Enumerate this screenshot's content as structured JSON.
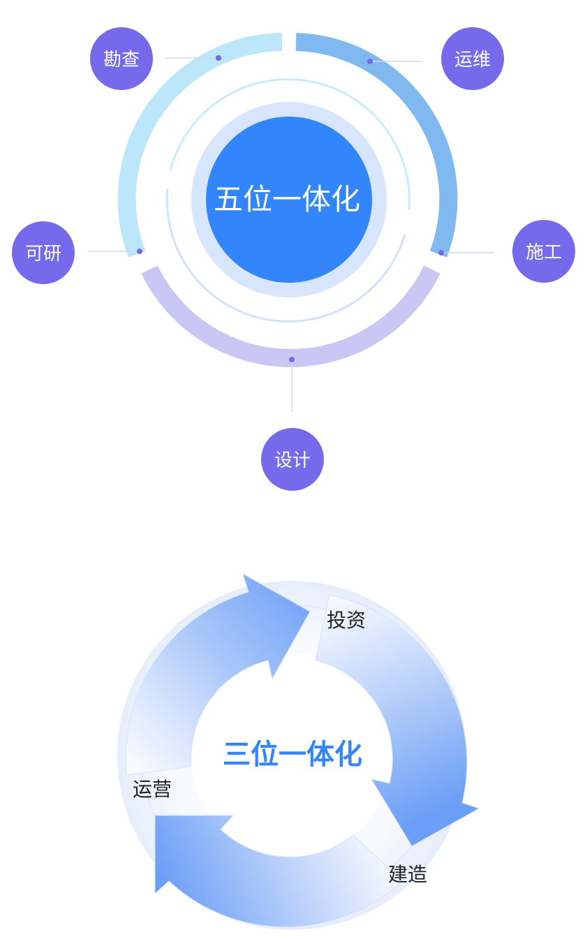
{
  "five_in_one": {
    "center_label": "五位一体化",
    "stages": [
      {
        "key": "kanca",
        "label": "勘查"
      },
      {
        "key": "yunwei",
        "label": "运维"
      },
      {
        "key": "keyan",
        "label": "可研"
      },
      {
        "key": "shigong",
        "label": "施工"
      },
      {
        "key": "sheji",
        "label": "设计"
      }
    ],
    "colors": {
      "node_fill": "#7569ec",
      "center_fill": "#3385fb",
      "center_halo": "#d7e6fd",
      "ring_kanca": "#bce6fa",
      "ring_yunwei": "#7fb9f0",
      "ring_sheji": "#c9c8f5",
      "inner_ring": "#c8e9f8",
      "connector": "#cfd8ee",
      "connector_dot": "#7569ec"
    }
  },
  "three_in_one": {
    "center_label": "三位一体化",
    "stages": [
      {
        "key": "touzi",
        "label": "投资"
      },
      {
        "key": "jianzao",
        "label": "建造"
      },
      {
        "key": "yunying",
        "label": "运营"
      }
    ],
    "colors": {
      "center_text": "#3385fb",
      "arrow_dark": "#6b9ef6",
      "arrow_light": "#ffffff",
      "ring_shadow": "#e3ebf8"
    }
  }
}
